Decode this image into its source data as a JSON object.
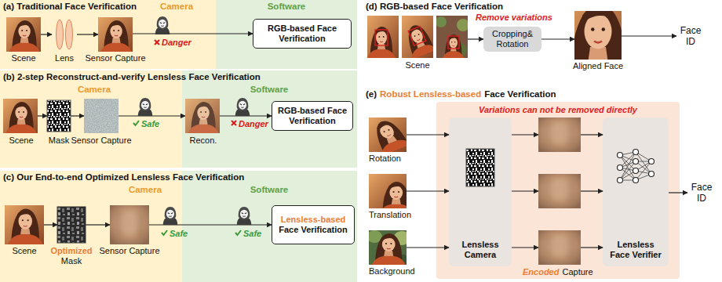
{
  "diagram": {
    "nodes": [
      {
        "text": [
          "Camera"
        ]
      },
      {
        "text": [
          "Software"
        ]
      },
      {
        "text": [
          "Scene"
        ],
        "in": 0
      },
      {
        "text": [
          "Lens"
        ],
        "in": 0
      },
      {
        "text": [
          "Sensor Capture"
        ],
        "in": 0
      },
      {
        "text": [
          "RGB-based Face Verification"
        ],
        "in": 1
      },
      {
        "text": [
          "Camera"
        ]
      },
      {
        "text": [
          "Software"
        ]
      },
      {
        "text": [
          "Scene"
        ],
        "in": 6
      },
      {
        "text": [
          "Mask"
        ],
        "in": 6
      },
      {
        "text": [
          "Sensor Capture"
        ],
        "in": 6
      },
      {
        "text": [
          "Recon."
        ],
        "in": 7
      },
      {
        "text": [
          "RGB-based Face Verification"
        ],
        "in": 7
      },
      {
        "text": [
          "Camera"
        ]
      },
      {
        "text": [
          "Software"
        ]
      },
      {
        "text": [
          "Scene"
        ],
        "in": 13
      },
      {
        "text": [
          "Optimized",
          "Mask"
        ],
        "in": 13
      },
      {
        "text": [
          "Sensor Capture"
        ],
        "in": 13
      },
      {
        "text": [
          "Lensless-based",
          "Face Verification"
        ],
        "in": 14
      },
      {
        "text": [
          "Scene"
        ]
      },
      {
        "text": [
          "Cropping& Rotation"
        ]
      },
      {
        "text": [
          "Aligned Face"
        ]
      },
      {
        "text": [
          "Face ID"
        ]
      },
      {
        "text": [
          "Rotation"
        ]
      },
      {
        "text": [
          "Translation"
        ]
      },
      {
        "text": [
          "Background"
        ]
      },
      {
        "text": [
          "Variations can not be removed directly"
        ]
      },
      {
        "text": [
          "Lensless Camera"
        ],
        "in": 26
      },
      {
        "text": [
          "Lensless Face Verifier"
        ],
        "in": 26
      },
      {
        "text": [
          "Face ID"
        ]
      }
    ],
    "edges": [
      {
        "from": 2,
        "to": 3,
        "arrow": "to"
      },
      {
        "from": 3,
        "to": 4,
        "arrow": "to"
      },
      {
        "from": 4,
        "to": 5,
        "arrow": "to"
      },
      {
        "from": 8,
        "to": 9,
        "arrow": "to"
      },
      {
        "from": 9,
        "to": 10,
        "arrow": "to"
      },
      {
        "from": 10,
        "to": 11,
        "arrow": "to"
      },
      {
        "from": 11,
        "to": 12,
        "arrow": "to"
      },
      {
        "from": 15,
        "to": 16,
        "arrow": "to"
      },
      {
        "from": 16,
        "to": 17,
        "arrow": "to"
      },
      {
        "from": 17,
        "to": 18,
        "arrow": "to"
      },
      {
        "from": 19,
        "to": 20,
        "arrow": "to"
      },
      {
        "from": 20,
        "to": 21,
        "arrow": "to"
      },
      {
        "from": 21,
        "to": 22,
        "arrow": "to"
      },
      {
        "from": 23,
        "to": 27,
        "arrow": "to"
      },
      {
        "from": 24,
        "to": 27,
        "arrow": "to"
      },
      {
        "from": 25,
        "to": 27,
        "arrow": "to"
      },
      {
        "from": 28,
        "to": 29,
        "arrow": "to"
      }
    ],
    "labels": [
      "(a) Traditional Face Verification",
      "Danger",
      "(b) 2-step Reconstruct-and-verify Lensless Face Verification",
      "Safe",
      "Danger",
      "(c) Our End-to-end Optimized Lensless Face Verification",
      "Safe",
      "Safe",
      "(d) RGB-based Face Verification",
      "Remove variations",
      "(e)",
      "Robust Lensless-based",
      "Face Verification",
      "Encoded",
      "Capture"
    ]
  }
}
